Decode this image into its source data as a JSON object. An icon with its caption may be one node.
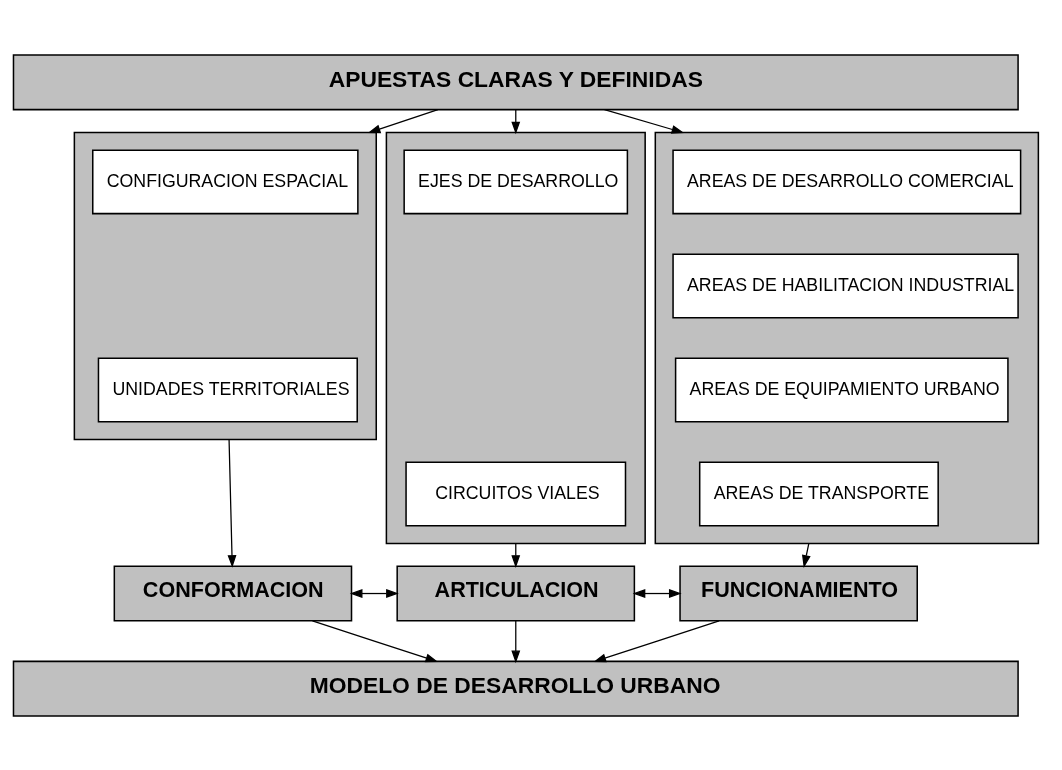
{
  "diagram": {
    "nodes": [
      {
        "text": [
          "APUESTAS CLARAS Y DEFINIDAS"
        ]
      },
      {
        "text": [],
        "shape": "box"
      },
      {
        "text": [
          "CONFIGURACION ESPACIAL"
        ],
        "in": 1
      },
      {
        "text": [
          "UNIDADES TERRITORIALES"
        ],
        "in": 1
      },
      {
        "text": [],
        "shape": "box"
      },
      {
        "text": [
          "EJES DE DESARROLLO"
        ],
        "in": 4
      },
      {
        "text": [
          "CIRCUITOS VIALES"
        ],
        "in": 4
      },
      {
        "text": [],
        "shape": "box"
      },
      {
        "text": [
          "AREAS DE DESARROLLO COMERCIAL"
        ],
        "in": 7
      },
      {
        "text": [
          "AREAS DE HABILITACION INDUSTRIAL"
        ],
        "in": 7
      },
      {
        "text": [
          "AREAS DE EQUIPAMIENTO URBANO"
        ],
        "in": 7
      },
      {
        "text": [
          "AREAS DE TRANSPORTE"
        ],
        "in": 7
      },
      {
        "text": [
          "CONFORMACION"
        ]
      },
      {
        "text": [
          "ARTICULACION"
        ]
      },
      {
        "text": [
          "FUNCIONAMIENTO"
        ]
      },
      {
        "text": [
          "MODELO DE DESARROLLO URBANO"
        ]
      }
    ],
    "edges": [
      {
        "from": 0,
        "to": 1,
        "arrow": "to"
      },
      {
        "from": 0,
        "to": 4,
        "arrow": "to"
      },
      {
        "from": 0,
        "to": 7,
        "arrow": "to"
      },
      {
        "from": 1,
        "to": 12,
        "arrow": "to"
      },
      {
        "from": 4,
        "to": 13,
        "arrow": "to"
      },
      {
        "from": 7,
        "to": 14,
        "arrow": "to"
      },
      {
        "from": 12,
        "to": 13,
        "arrow": "both"
      },
      {
        "from": 13,
        "to": 14,
        "arrow": "both"
      },
      {
        "from": 12,
        "to": 15,
        "arrow": "to"
      },
      {
        "from": 13,
        "to": 15,
        "arrow": "to"
      },
      {
        "from": 14,
        "to": 15,
        "arrow": "to"
      }
    ]
  }
}
